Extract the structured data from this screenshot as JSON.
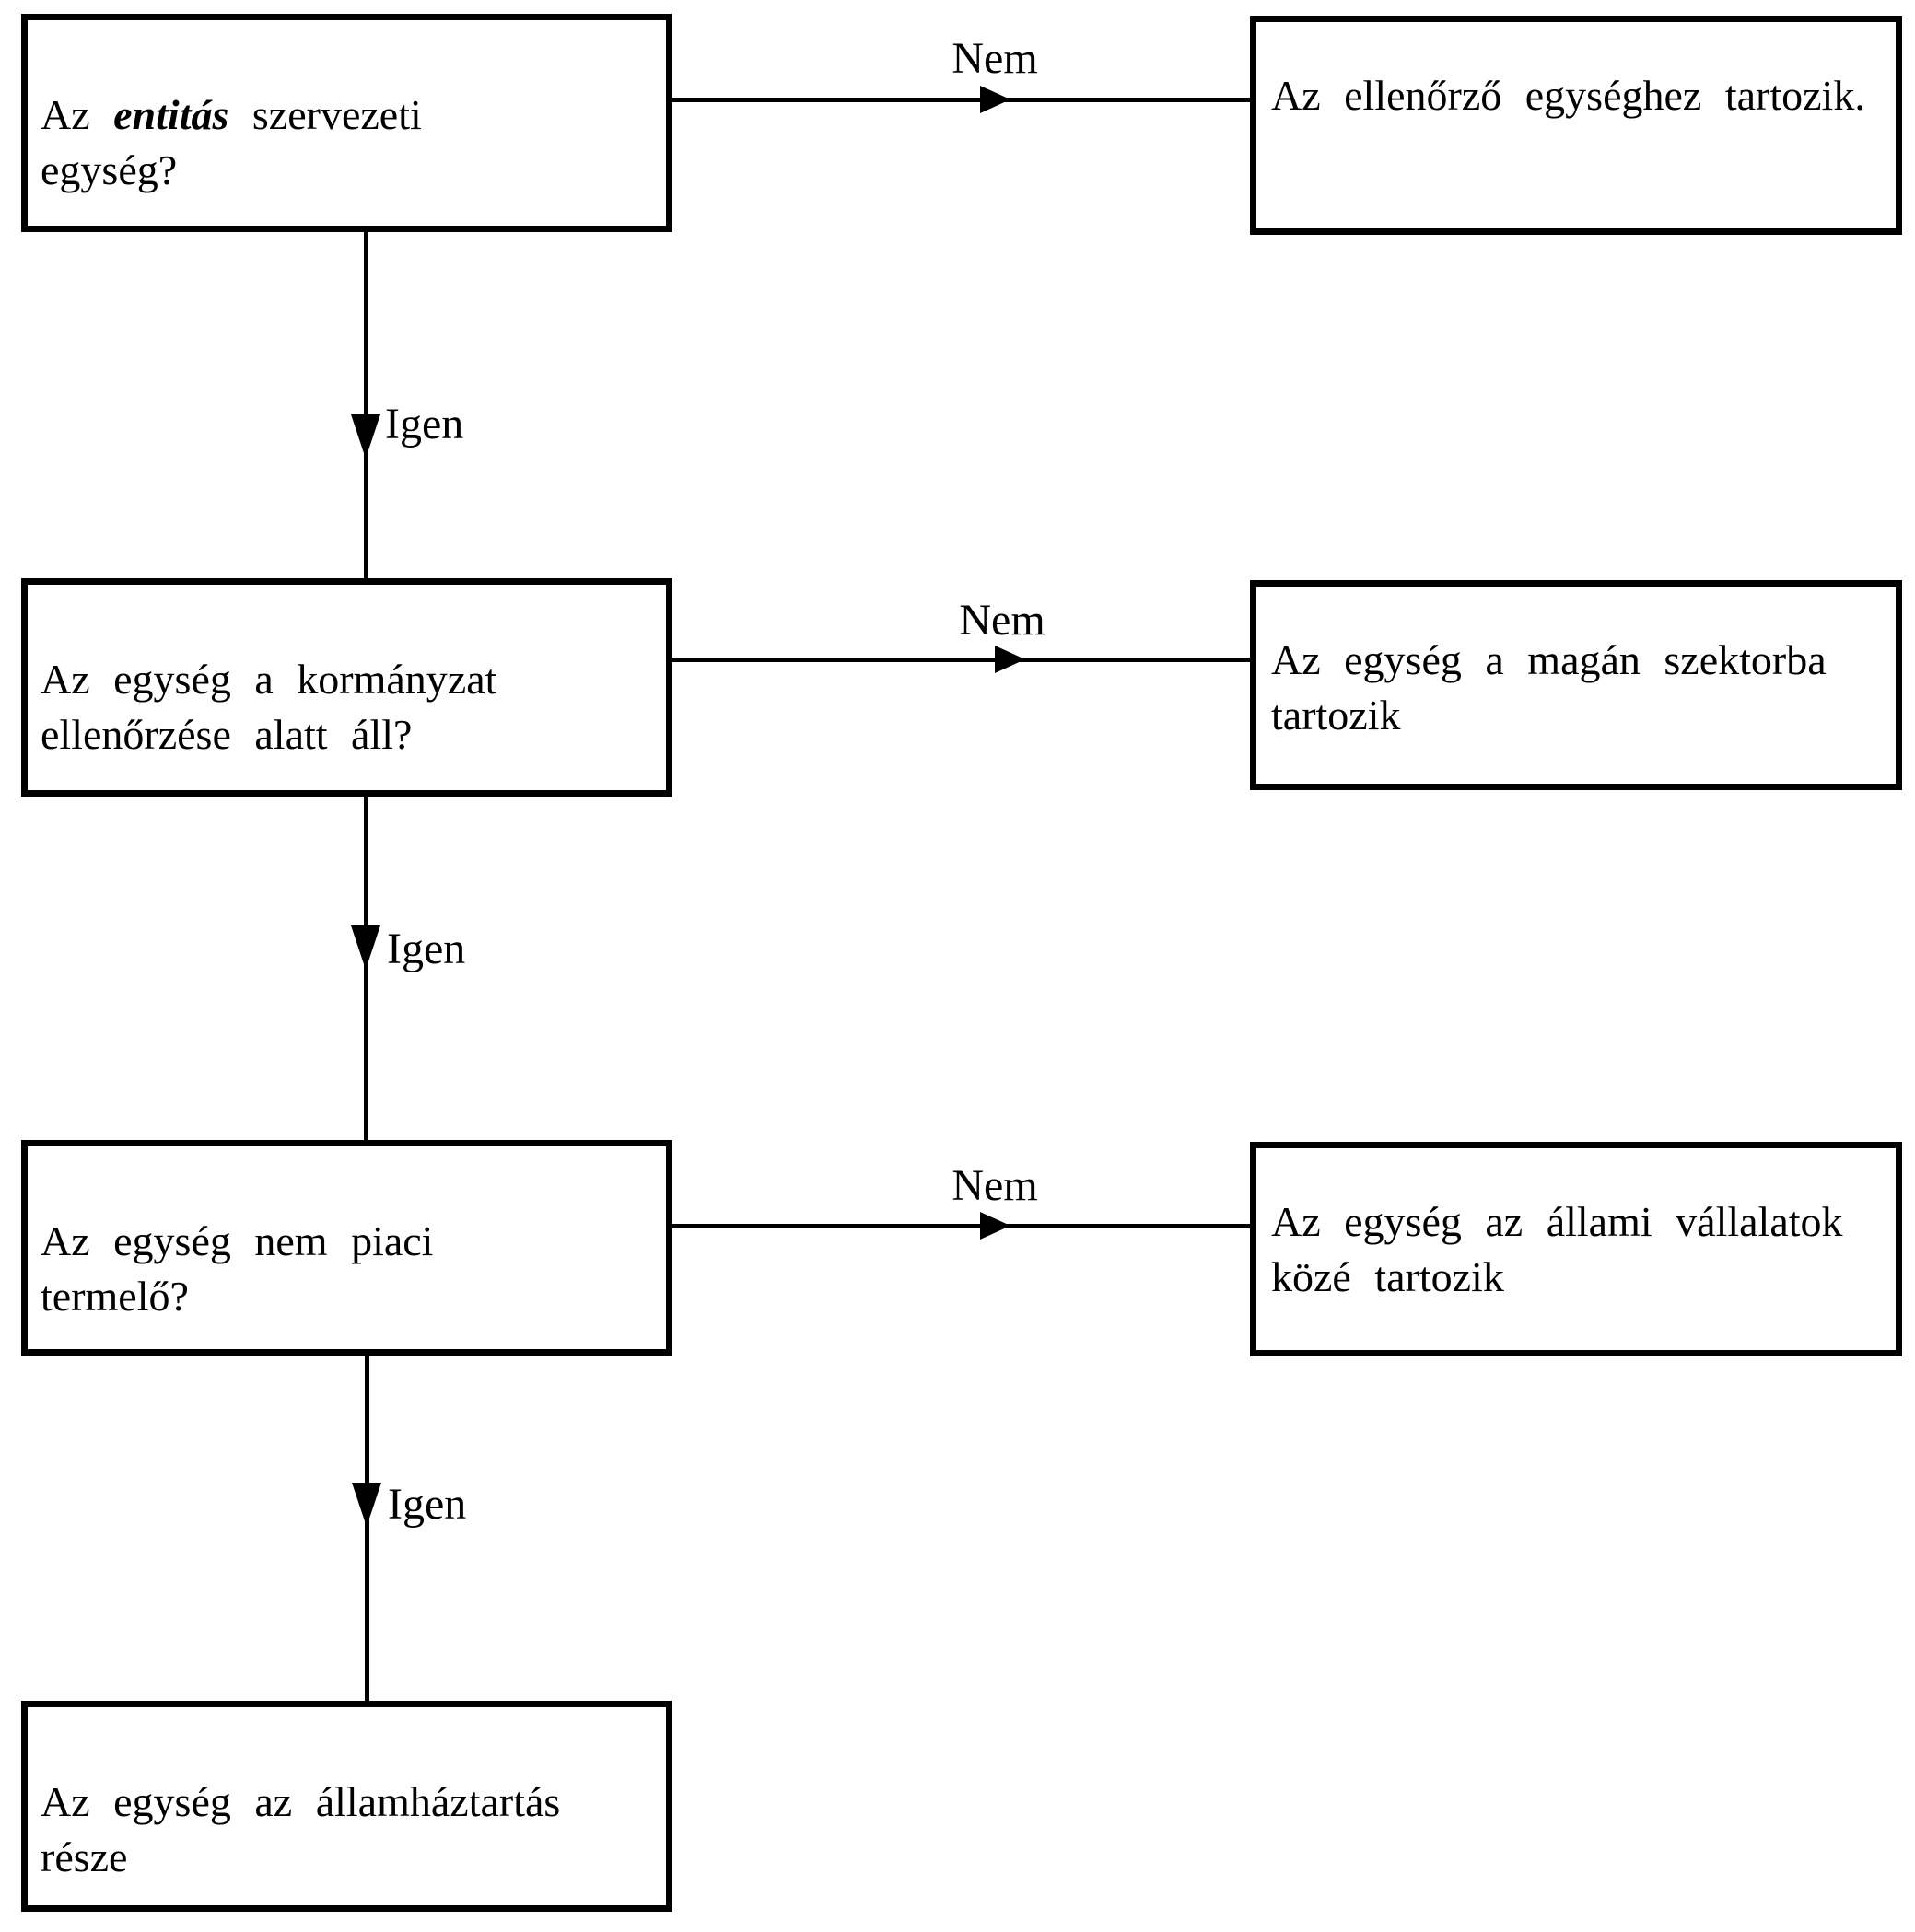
{
  "page": {
    "background_color": "#ffffff",
    "ink_color": "#000000"
  },
  "flowchart": {
    "boxes": {
      "q_entity": {
        "line1_pre": "Az",
        "line1_emphasis": "entitás",
        "line1_post": "szervezeti",
        "line2": "egység?"
      },
      "r_control_unit": {
        "line1": "Az ellenőrző egységhez tartozik."
      },
      "q_government_control": {
        "line1": "Az egység a kormányzat",
        "line2": "ellenőrzése alatt áll?"
      },
      "r_private_sector": {
        "line1": "Az egység a magán szektorba",
        "line2": "tartozik"
      },
      "q_nonmarket_producer": {
        "line1": "Az egység nem piaci",
        "line2": "termelő?"
      },
      "r_public_corporations": {
        "line1": "Az egység az állami vállalatok",
        "line2": "közé tartozik"
      },
      "r_general_government": {
        "line1": "Az egység az államháztartás",
        "line2": "része"
      }
    },
    "connector_labels": {
      "entity_no": "Nem",
      "entity_yes": "Igen",
      "government_no": "Nem",
      "government_yes": "Igen",
      "nonmarket_no": "Nem",
      "nonmarket_yes": "Igen"
    }
  }
}
